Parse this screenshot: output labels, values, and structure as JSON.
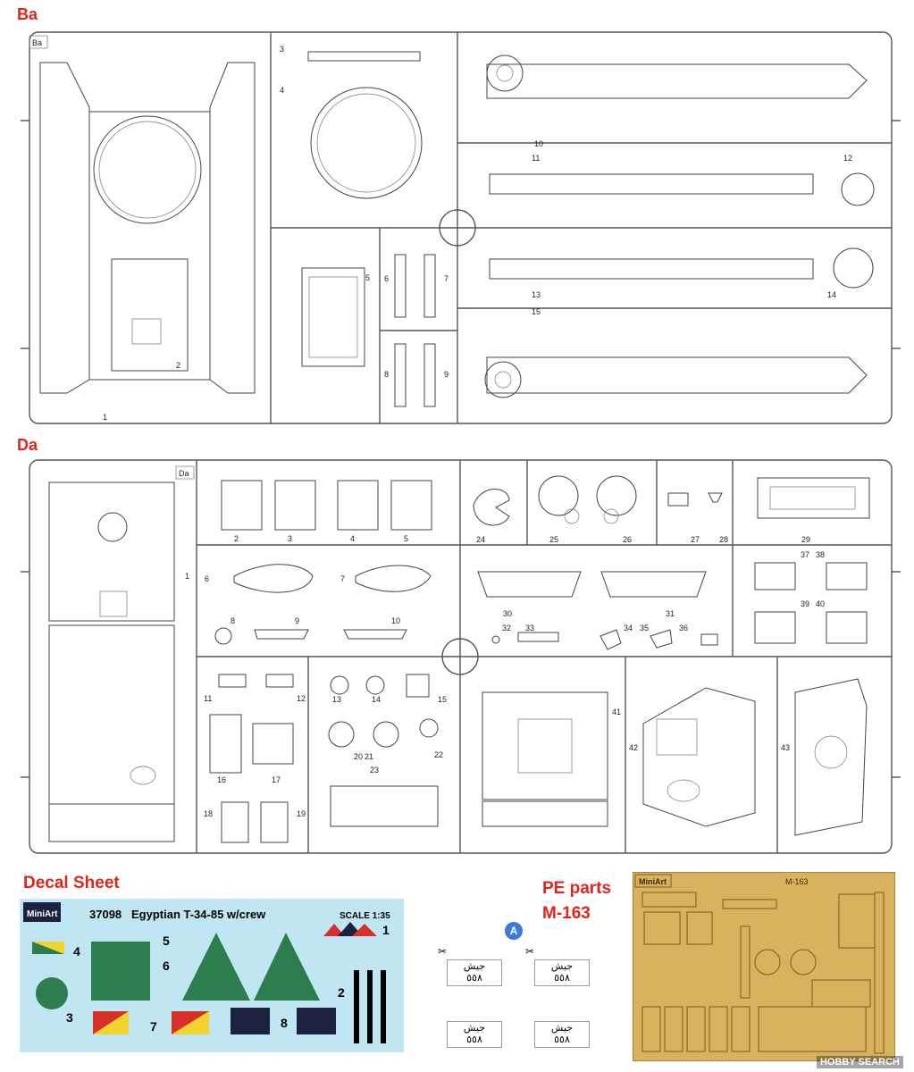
{
  "sections": {
    "ba": "Ba",
    "da": "Da",
    "decal": "Decal Sheet",
    "pe_title": "PE parts",
    "pe_code": "M-163"
  },
  "sprue_ba": {
    "tag": "Ba",
    "parts": [
      "1",
      "2",
      "3",
      "4",
      "5",
      "6",
      "7",
      "8",
      "9",
      "10",
      "11",
      "12",
      "13",
      "14",
      "15"
    ]
  },
  "sprue_da": {
    "tag": "Da",
    "parts": [
      "1",
      "2",
      "3",
      "4",
      "5",
      "6",
      "7",
      "8",
      "9",
      "10",
      "11",
      "12",
      "13",
      "14",
      "15",
      "16",
      "17",
      "18",
      "19",
      "20",
      "21",
      "22",
      "23",
      "24",
      "25",
      "26",
      "27",
      "28",
      "29",
      "30",
      "31",
      "32",
      "33",
      "34",
      "35",
      "36",
      "37",
      "38",
      "39",
      "40",
      "41",
      "42",
      "43"
    ]
  },
  "decal": {
    "brand": "MiniArt",
    "code": "37098",
    "title": "Egyptian T-34-85 w/crew",
    "scale": "SCALE 1:35",
    "numbers": [
      "1",
      "2",
      "3",
      "4",
      "5",
      "6",
      "7",
      "8"
    ],
    "colors": {
      "green": "#2e7d4f",
      "yellow": "#f2d22e",
      "red": "#d6302a",
      "navy": "#1c2140",
      "bg": "#bfe6f2"
    }
  },
  "plates": {
    "marker": "A",
    "line1": "جيش",
    "line2": "٥٥٨"
  },
  "pe": {
    "brand": "MiniArt",
    "code": "M-163"
  },
  "watermark": "HOBBY SEARCH"
}
